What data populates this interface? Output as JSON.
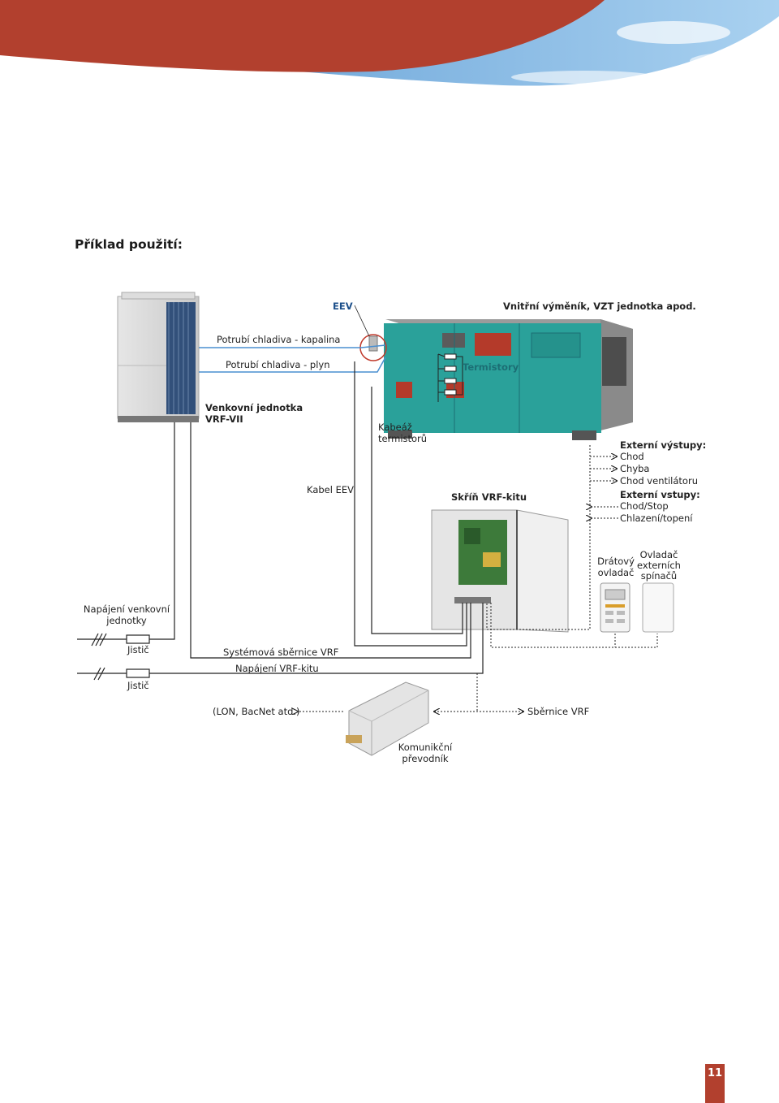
{
  "header": {
    "colors": {
      "red": "#b2402e",
      "sky": "#5d9bd2"
    }
  },
  "title": "Příklad použití:",
  "labels": {
    "eev": "EEV",
    "indoor_unit": "Vnitřní výměník, VZT jednotka apod.",
    "liquid_pipe": "Potrubí chladiva - kapalina",
    "gas_pipe": "Potrubí chladiva - plyn",
    "thermistors": "Termistory",
    "outdoor_unit_1": "Venkovní jednotka",
    "outdoor_unit_2": "VRF-VII",
    "thermistor_cable_1": "Kabeáž",
    "thermistor_cable_2": "termistorů",
    "eev_cable": "Kabel EEV",
    "vrf_kit_box": "Skříň VRF-kitu",
    "ext_outputs_title": "Externí výstupy:",
    "ext_outputs": [
      "Chod",
      "Chyba",
      "Chod ventilátoru"
    ],
    "ext_inputs_title": "Externí vstupy:",
    "ext_inputs": [
      "Chod/Stop",
      "Chlazení/topení"
    ],
    "wired_controller_1": "Drátový",
    "wired_controller_2": "ovladač",
    "ext_switch_1": "Ovladač",
    "ext_switch_2": "externích",
    "ext_switch_3": "spínačů",
    "outdoor_power_1": "Napájení venkovní",
    "outdoor_power_2": "jednotky",
    "breaker_1": "Jistič",
    "breaker_2": "Jistič",
    "system_bus": "Systémová sběrnice VRF",
    "kit_power": "Napájení VRF-kitu",
    "lon_bacnet": "(LON, BacNet atd.)",
    "vrf_bus": "Sběrnice VRF",
    "converter_1": "Komunikční",
    "converter_2": "převodník"
  },
  "page_number": "11"
}
